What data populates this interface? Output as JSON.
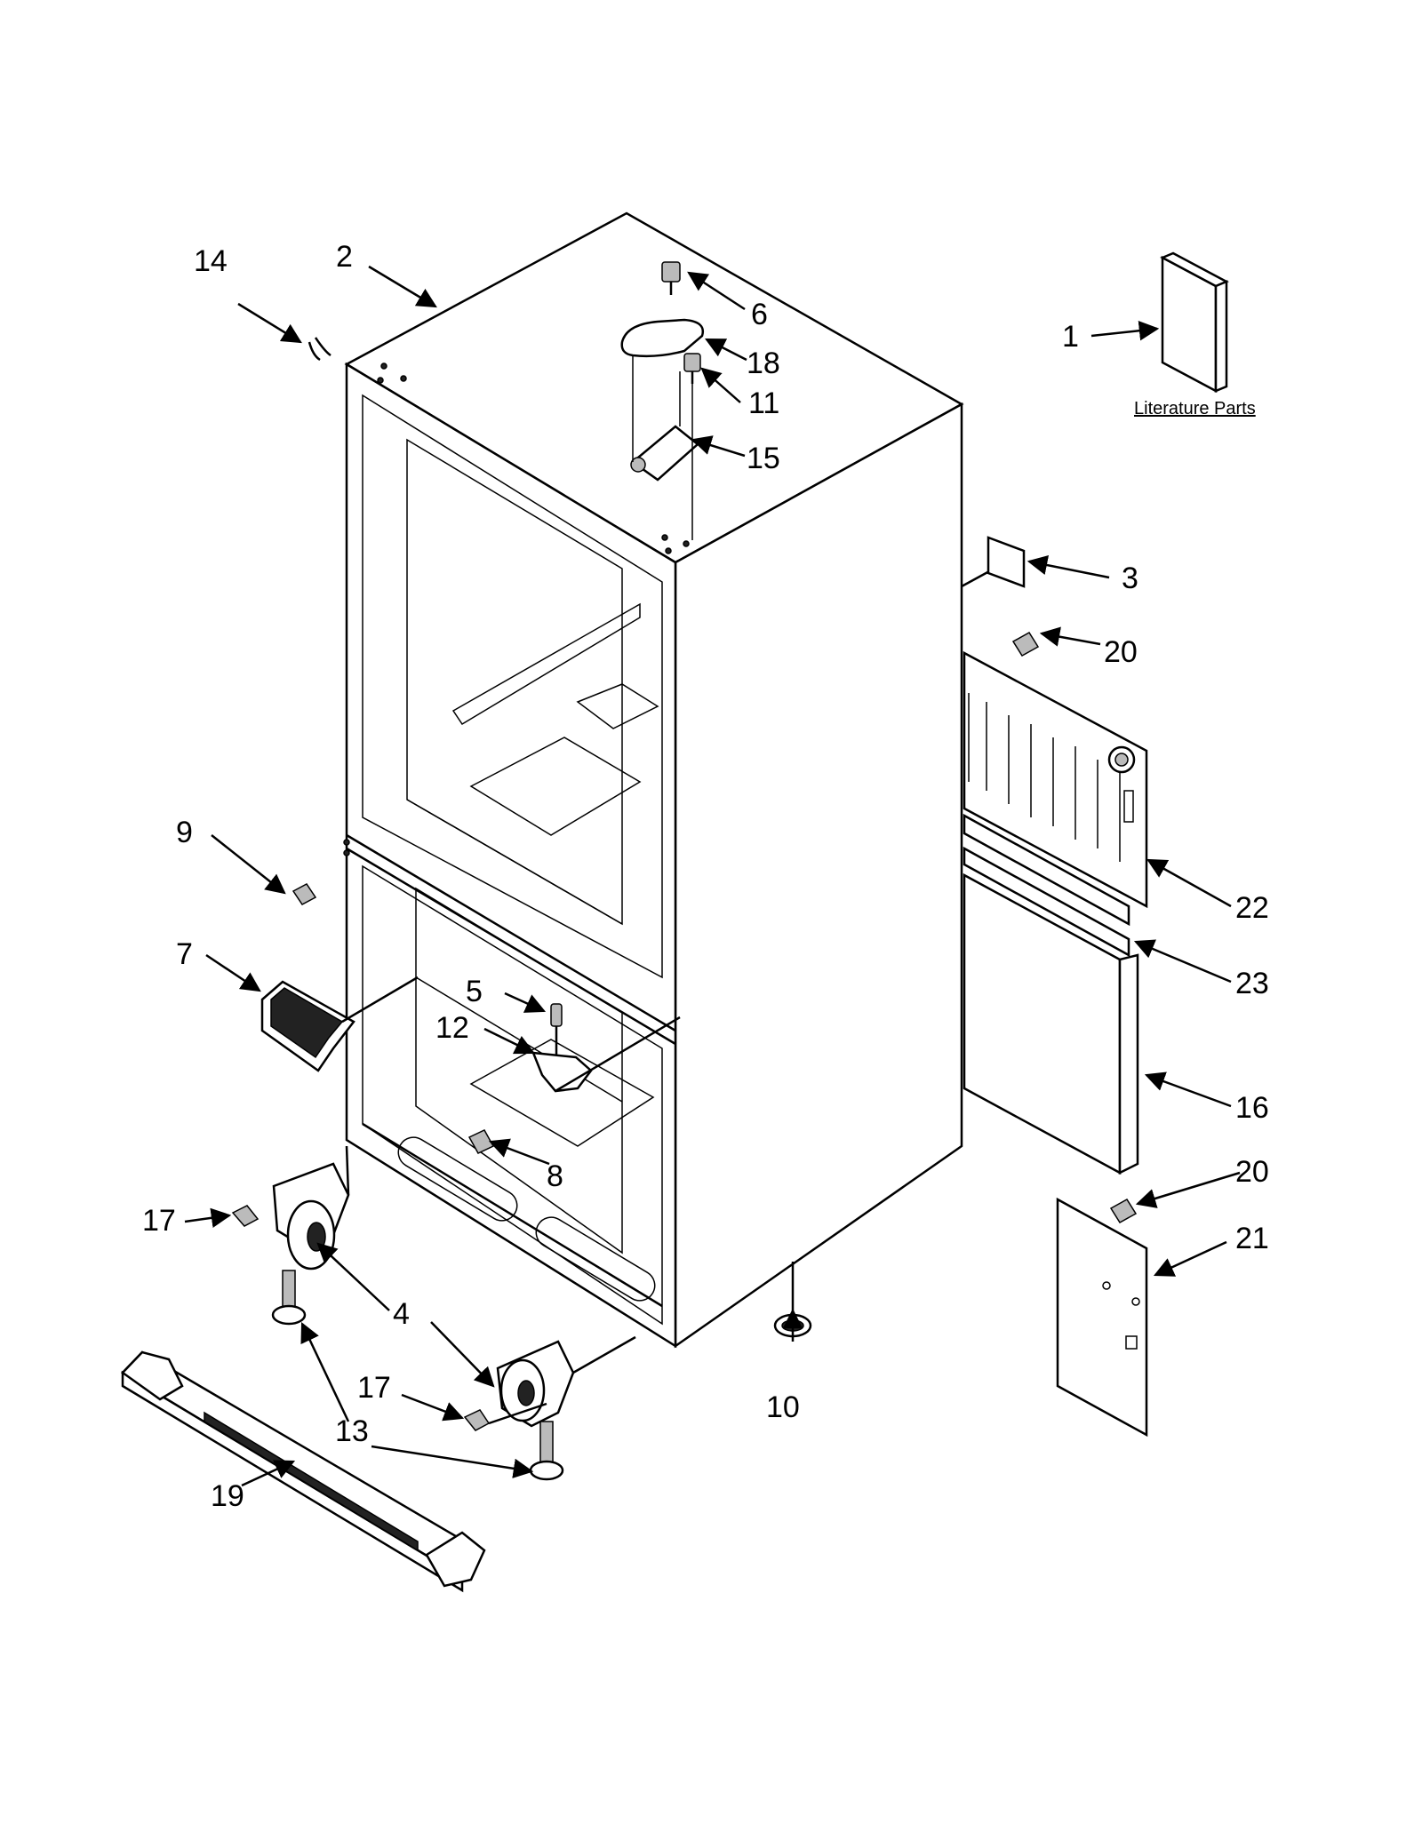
{
  "literature": {
    "label": "Literature Parts"
  },
  "callouts": {
    "c1": "1",
    "c2": "2",
    "c3": "3",
    "c4": "4",
    "c5": "5",
    "c6": "6",
    "c7": "7",
    "c8": "8",
    "c9": "9",
    "c10": "10",
    "c11": "11",
    "c12": "12",
    "c13a": "13",
    "c14": "14",
    "c15": "15",
    "c16": "16",
    "c17a": "17",
    "c17b": "17",
    "c18": "18",
    "c19": "19",
    "c20a": "20",
    "c20b": "20",
    "c21": "21",
    "c22": "22",
    "c23": "23",
    "c4b": "4"
  }
}
